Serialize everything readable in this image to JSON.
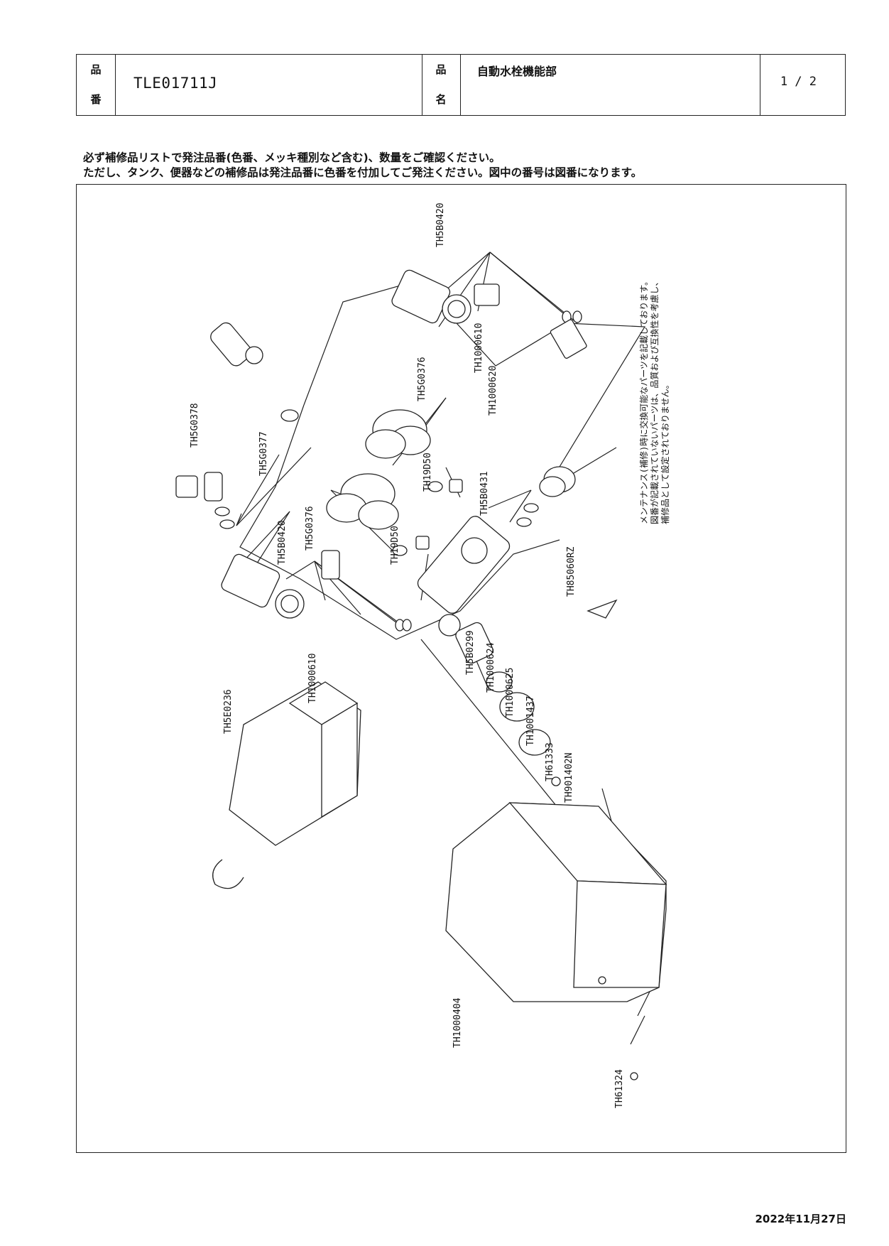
{
  "header": {
    "part_no_label_1": "品",
    "part_no_label_2": "番",
    "part_no": "TLE01711J",
    "part_name_label_1": "品",
    "part_name_label_2": "名",
    "part_name": "自動水栓機能部",
    "page": "1 / 2"
  },
  "notices": {
    "line1": "必ず補修品リストで発注品番(色番、メッキ種別など含む)、数量をご確認ください。",
    "line2": "ただし、タンク、便器などの補修品は発注品番に色番を付加してご発注ください。図中の番号は図番になります。"
  },
  "diagram": {
    "maintenance_note": [
      "メンテナンス(補修)時に交換可能なパーツを記載しております。",
      "図番が記載されていないパーツは、品質および互換性を考慮し、",
      "補修品として設定されておりません。"
    ],
    "part_labels": {
      "TH5B0420_top": "TH5B0420",
      "TH1000610_top": "TH1000610",
      "TH1000620": "TH1000620",
      "TH5G0378": "TH5G0378",
      "TH5G0376_top": "TH5G0376",
      "TH5G0377": "TH5G0377",
      "TH19D50_top": "TH19D50",
      "TH5B0431": "TH5B0431",
      "TH5B0420_mid": "TH5B0420",
      "TH5G0376_mid": "TH5G0376",
      "TH19D50_mid": "TH19D50",
      "TH85060RZ": "TH85060RZ",
      "TH1000610_mid": "TH1000610",
      "TH5B0299": "TH5B0299",
      "TH1000624": "TH1000624",
      "TH1000625": "TH1000625",
      "TH1001437": "TH1001437",
      "TH61333": "TH61333",
      "TH901402N": "TH901402N",
      "TH5E0236": "TH5E0236",
      "TH1000404": "TH1000404",
      "TH61324": "TH61324"
    }
  },
  "footer": {
    "date": "2022年11月27日"
  }
}
